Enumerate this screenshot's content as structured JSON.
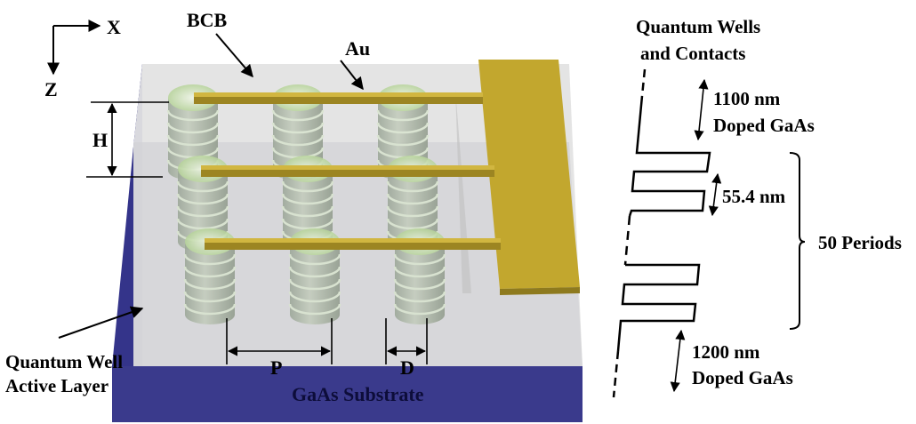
{
  "figure": {
    "axes": {
      "x_label": "X",
      "z_label": "Z"
    },
    "labels": {
      "bcb": "BCB",
      "au": "Au",
      "height": "H",
      "pitch": "P",
      "diameter": "D",
      "substrate": "GaAs Substrate",
      "active_layer_line1": "Quantum Well",
      "active_layer_line2": "Active Layer"
    },
    "pillar_grid": {
      "rows": 3,
      "columns": 3
    },
    "contact_fingers": 3,
    "colors": {
      "substrate": "#3a3a8c",
      "gold": "#c2a72e",
      "bcb": "#dcdcdc",
      "pillar": "#a9b3a4",
      "pillar_top": "#cfe3b8"
    }
  },
  "band_diagram": {
    "title_line1": "Quantum Wells",
    "title_line2": "and Contacts",
    "top_thickness": "1100 nm",
    "top_material": "Doped GaAs",
    "period_thickness": "55.4 nm",
    "periods": "50 Periods",
    "bottom_thickness": "1200 nm",
    "bottom_material": "Doped GaAs"
  }
}
